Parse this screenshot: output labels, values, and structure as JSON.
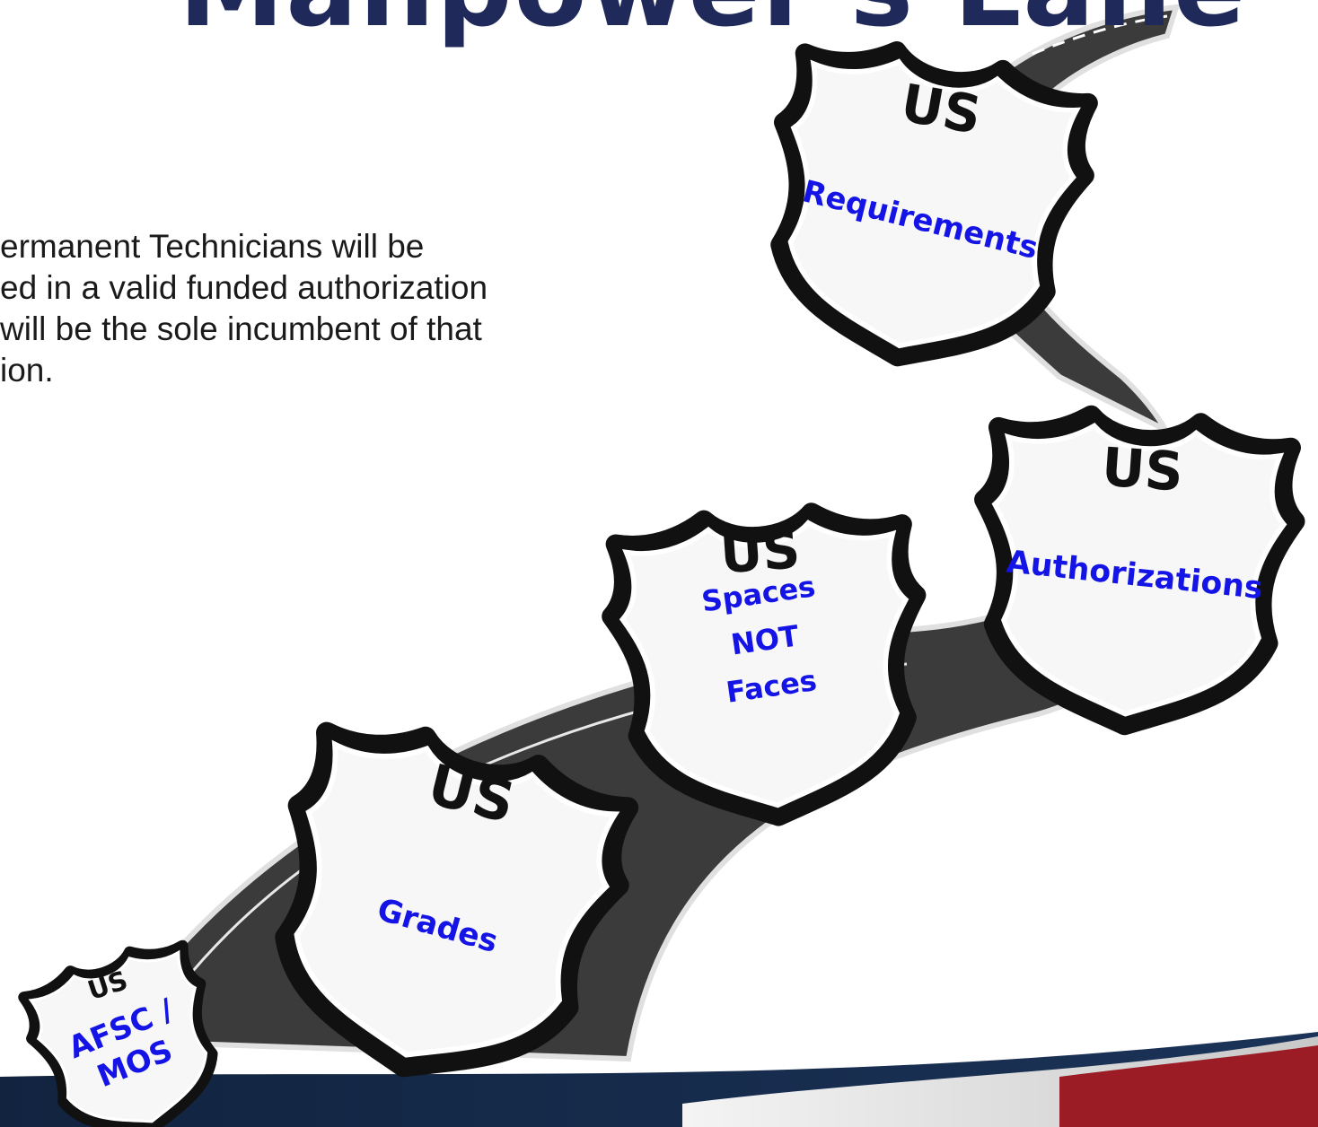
{
  "title": "Manpower's Lane",
  "body_lines": [
    "ermanent Technicians will be",
    "ed in a valid funded authorization",
    "will be the sole incumbent of that",
    "ion."
  ],
  "shields": [
    {
      "id": "requirements",
      "us": "US",
      "label_lines": [
        "Requirements"
      ]
    },
    {
      "id": "authorizations",
      "us": "US",
      "label_lines": [
        "Authorizations"
      ]
    },
    {
      "id": "spaces",
      "us": "US",
      "label_lines": [
        "Spaces",
        "NOT",
        "Faces"
      ]
    },
    {
      "id": "grades",
      "us": "US",
      "label_lines": [
        "Grades"
      ]
    },
    {
      "id": "afsc",
      "us": "US",
      "label_lines": [
        "AFSC /",
        "MOS"
      ]
    }
  ],
  "colors": {
    "title": "#1f2a5a",
    "label": "#1414e6",
    "road": "#3b3b3b",
    "navy_bar": "#15294a",
    "red_bar": "#9b1c24"
  },
  "icons": [
    "highway-shield-icon",
    "road-icon"
  ]
}
